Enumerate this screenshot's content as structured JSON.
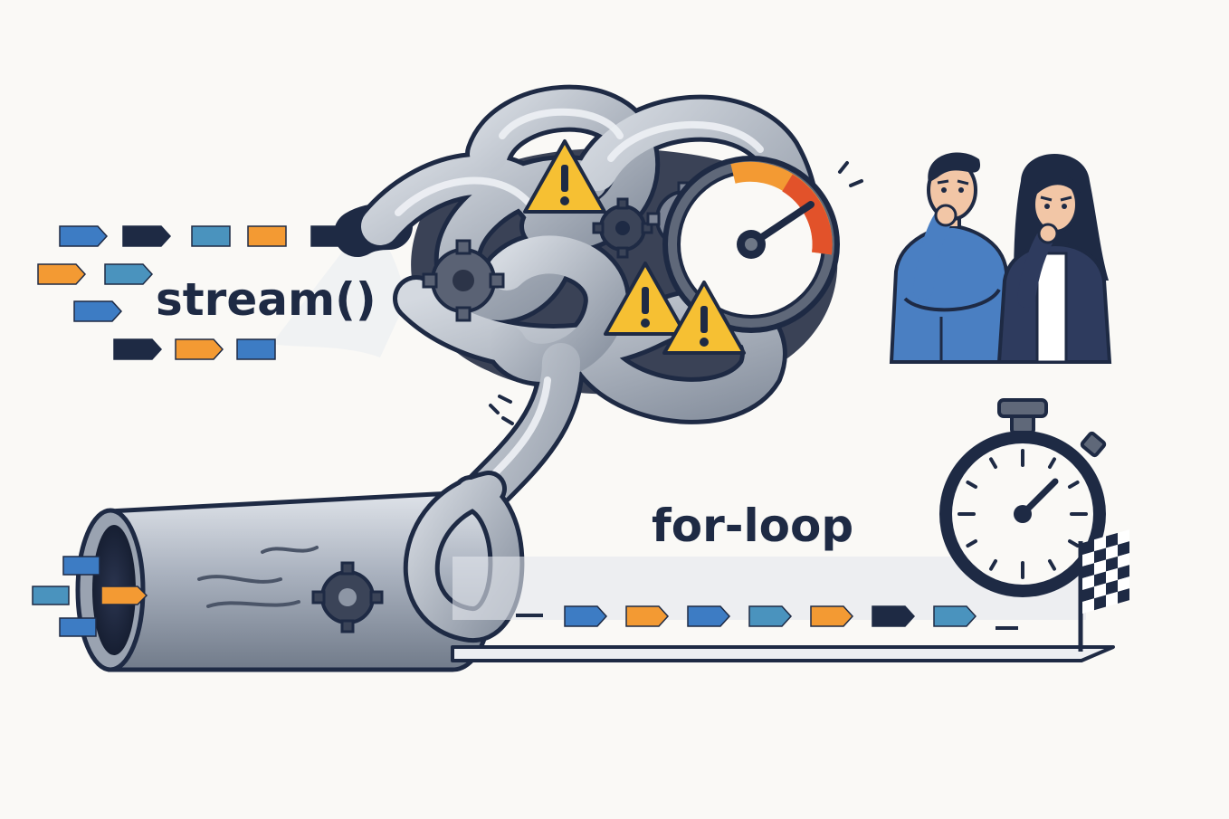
{
  "labels": {
    "stream": "stream()",
    "for_loop": "for-loop"
  },
  "colors": {
    "navy": "#1e2a44",
    "blue": "#3d7cc4",
    "teal": "#4a93be",
    "orange": "#f39a33",
    "steel": "#9ea6b3",
    "steel_light": "#c6ccd5",
    "steel_dark": "#6e7786",
    "warning": "#f6c033",
    "gauge_red": "#e2522a",
    "background": "#faf9f6"
  },
  "icons": {
    "stream_tokens": [
      "blue",
      "navy",
      "teal",
      "orange",
      "navy",
      "orange",
      "teal",
      "blue",
      "navy",
      "orange",
      "blue"
    ],
    "loop_tokens": [
      "blue",
      "orange",
      "blue",
      "teal",
      "orange",
      "navy",
      "teal"
    ],
    "pipe_tokens": [
      "blue",
      "teal",
      "orange",
      "blue"
    ],
    "warnings": [
      "warning-icon",
      "warning-icon",
      "warning-icon"
    ],
    "gears": [
      "gear-icon",
      "gear-icon",
      "gear-icon",
      "gear-icon"
    ],
    "speed_gauge": "speedometer-icon",
    "stopwatch": "stopwatch-icon",
    "finish_flag": "checkered-flag-icon",
    "people": [
      "confused-man",
      "confused-woman"
    ]
  }
}
